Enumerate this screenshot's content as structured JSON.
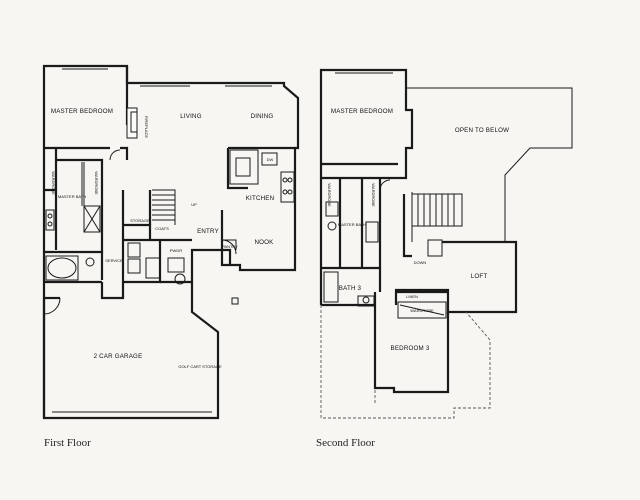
{
  "floors": {
    "first": {
      "caption": "First Floor",
      "rooms": {
        "master_bedroom": "MASTER BEDROOM",
        "fireplace": "FIREPLACE",
        "living": "LIVING",
        "dining": "DINING",
        "dw": "DW",
        "kitchen": "KITCHEN",
        "wardrobe_left": "WARDROBE",
        "master_bath": "MASTER BATH",
        "wardrobe_right": "WARDROBE",
        "storage": "STORAGE",
        "coats": "COATS",
        "up": "UP",
        "entry": "ENTRY",
        "pantry": "PANTRY",
        "nook": "NOOK",
        "service": "SERVICE",
        "powder": "PWDR",
        "garage": "2 CAR GARAGE",
        "golf_cart_storage": "GOLF CART STORAGE"
      }
    },
    "second": {
      "caption": "Second Floor",
      "rooms": {
        "master_bedroom": "MASTER BEDROOM",
        "open_to_below": "OPEN TO BELOW",
        "wardrobe_left": "WARDROBE",
        "wardrobe_right": "WARDROBE",
        "master_bath": "MASTER BATH",
        "down": "DOWN",
        "loft": "LOFT",
        "bath": "BATH 3",
        "linen": "LINEN",
        "wardrobe_bed3": "WARDROBE",
        "bedroom": "BEDROOM 3"
      }
    }
  }
}
